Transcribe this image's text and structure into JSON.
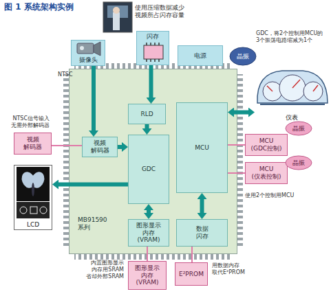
{
  "diagram": {
    "title": "图 1 系统架构实例",
    "nodes": [
      {
        "text": [
          "摄像头"
        ]
      },
      {
        "text": [
          "闪存"
        ]
      },
      {
        "text": [
          "电源"
        ]
      },
      {
        "text": [
          "晶振"
        ]
      },
      {
        "text": [
          "仪表"
        ]
      },
      {
        "text": [
          "MB91590 系列"
        ]
      },
      {
        "text": [
          "RLD"
        ],
        "in": 5
      },
      {
        "text": [
          "视频 解码器"
        ],
        "in": 5
      },
      {
        "text": [
          "GDC"
        ],
        "in": 5
      },
      {
        "text": [
          "MCU"
        ],
        "in": 5
      },
      {
        "text": [
          "图形显示 内存 (VRAM)"
        ],
        "in": 5
      },
      {
        "text": [
          "数据 闪存"
        ],
        "in": 5
      },
      {
        "text": [
          "视频 解码器"
        ]
      },
      {
        "text": [
          "LCD"
        ]
      },
      {
        "text": [
          "MCU (GDC控制)"
        ]
      },
      {
        "text": [
          "晶振"
        ]
      },
      {
        "text": [
          "MCU (仪表控制)"
        ]
      },
      {
        "text": [
          "晶振"
        ]
      },
      {
        "text": [
          "图形显示 内存 (VRAM)"
        ]
      },
      {
        "text": [
          "E²PROM"
        ]
      }
    ],
    "edges": [
      {
        "from": 0,
        "to": 7,
        "arrow": "to"
      },
      {
        "from": 7,
        "to": 8,
        "arrow": "to"
      },
      {
        "from": 1,
        "to": 6,
        "arrow": "to"
      },
      {
        "from": 6,
        "to": 8,
        "arrow": "to"
      },
      {
        "from": 9,
        "to": 4,
        "arrow": "both"
      },
      {
        "from": 8,
        "to": 13,
        "arrow": "to"
      },
      {
        "from": 8,
        "to": 10,
        "arrow": "both"
      },
      {
        "from": 9,
        "to": 11,
        "arrow": "both"
      },
      {
        "from": 12,
        "to": 7,
        "arrow": "none"
      },
      {
        "from": 14,
        "to": 9,
        "arrow": "none"
      },
      {
        "from": 16,
        "to": 9,
        "arrow": "none"
      },
      {
        "from": 18,
        "to": 10,
        "arrow": "none"
      },
      {
        "from": 19,
        "to": 11,
        "arrow": "none"
      }
    ],
    "labels": [
      "使用压缩数据减少 视频所占闪存容量",
      "GDC，将2个控制用MCU的 3个振荡电路缩减为1个",
      "NTSC",
      "NTSC信号输入 无需外部解码器",
      "使用2个控制用MCU",
      "内置图形显示 内存用SRAM 省却外部SRAM",
      "用数据内存 取代E²PROM"
    ]
  }
}
